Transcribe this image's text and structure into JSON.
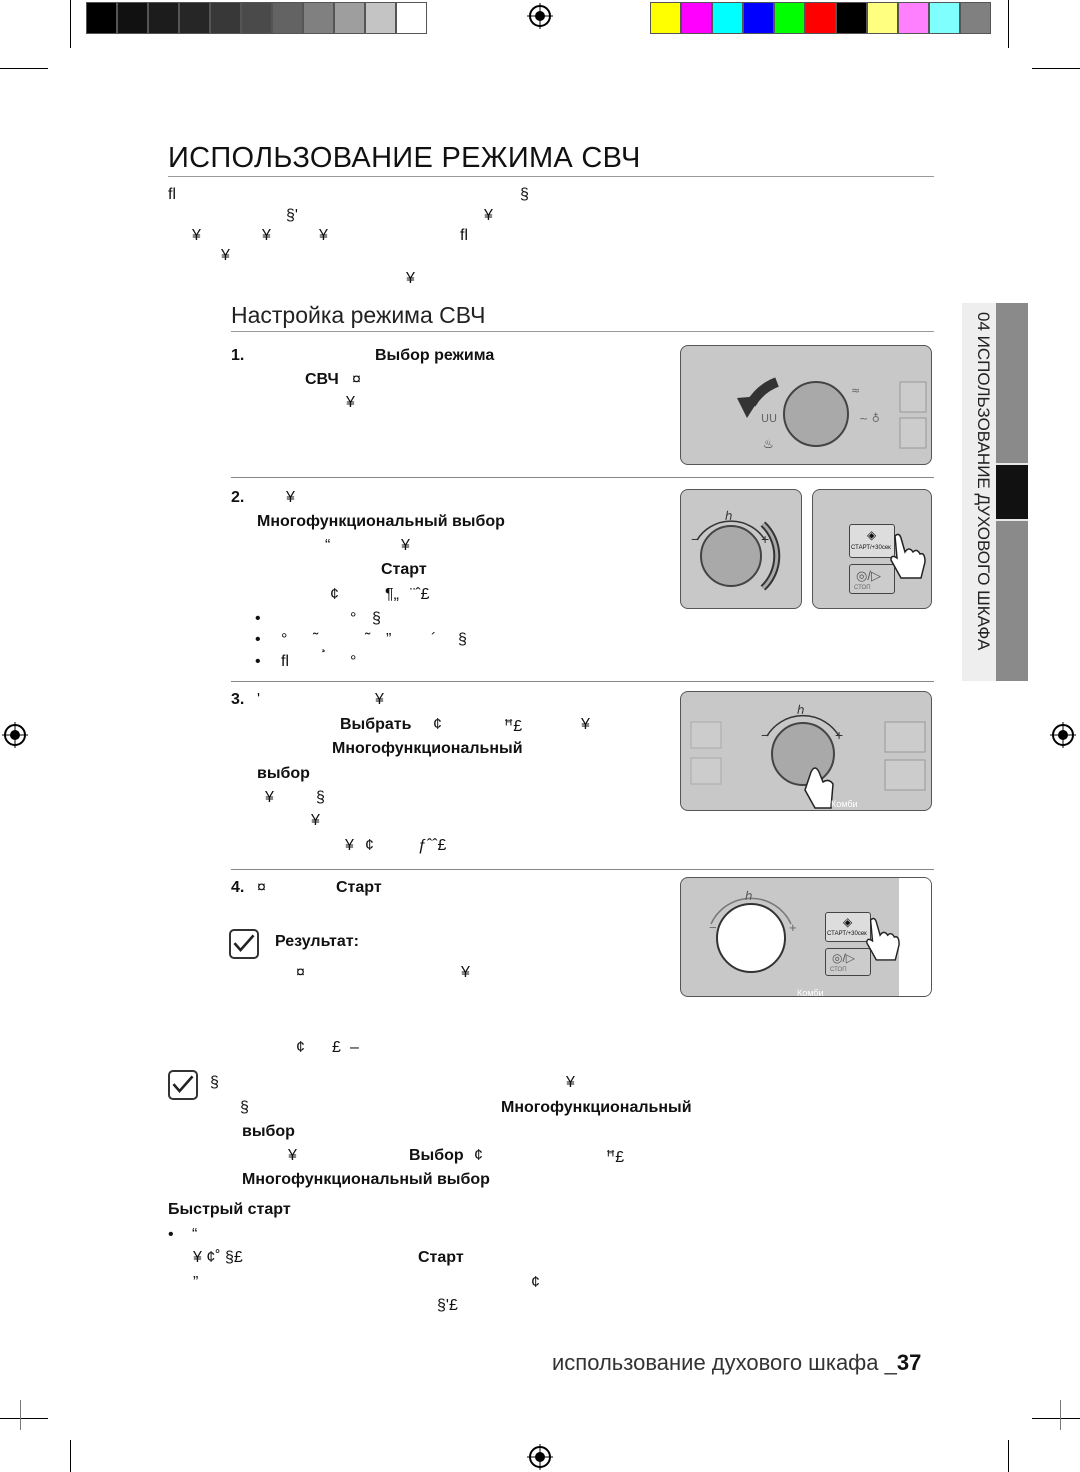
{
  "page": {
    "title": "ИСПОЛЬЗОВАНИЕ РЕЖИМА СВЧ",
    "intro": {
      "line1": [
        "ﬂ",
        "§"
      ],
      "line2": [
        "§'",
        "¥"
      ],
      "line3": [
        "¥",
        "¥",
        "¥",
        "ﬂ"
      ],
      "line4": [
        "¥"
      ],
      "line5": [
        "¥"
      ]
    },
    "subtitle": "Настройка режима СВЧ",
    "side_tab": "04 ИСПОЛЬЗОВАНИЕ ДУХОВОГО ШКАФА",
    "footer": {
      "text": "использование духового шкафа _",
      "page_number": "37"
    }
  },
  "steps": [
    {
      "num": "1.",
      "bold1": "Выбор режима",
      "bold2": "СВЧ",
      "sym1": "¤",
      "sym2": "¥"
    },
    {
      "num": "2.",
      "sym1": "¥",
      "bold1": "Многофункциональный выбор",
      "sym2": "“",
      "sym3": "¥",
      "bold2": "Старт",
      "sym4": "¢",
      "sym5": "¶„",
      "sym6": "¨ˆ£",
      "bullets": [
        [
          "°",
          "§"
        ],
        [
          "°",
          "˜",
          "¸",
          "˜",
          "”",
          "´",
          "§"
        ],
        [
          "ﬂ",
          "°"
        ]
      ]
    },
    {
      "num": "3.",
      "sym1": "'",
      "sym2": "¥",
      "bold1": "Выбрать",
      "sym3": "¢",
      "sym4": "ꟸ£",
      "sym5": "¥",
      "bold2": "Многофункциональный",
      "bold3": "выбор",
      "sym6": "¥",
      "sym7": "§",
      "sym8": "¥",
      "sym9": "¥",
      "sym10": "¢",
      "sym11": "ƒˆˆ£"
    },
    {
      "num": "4.",
      "sym1": "¤",
      "bold1": "Старт",
      "result_label": "Результат:",
      "sym2": "¤",
      "sym3": "¥",
      "sym4": "¢",
      "sym5": "£",
      "sym6": "–"
    }
  ],
  "note": {
    "sym1": "§",
    "sym2": "¥",
    "sym3": "§",
    "bold1": "Многофункциональный",
    "bold2": "выбор",
    "sym4": "¥",
    "bold3": "Выбор",
    "sym5": "¢",
    "sym6": "ꟸ£",
    "bold4": "Многофункциональный выбор"
  },
  "quick_start": {
    "title": "Быстрый старт",
    "bullet_sym": "“",
    "line2_sym": "¥   ¢˚ §£",
    "bold": "Старт",
    "line3_sym1": "”",
    "line3_sym2": "¢",
    "line4_sym": "§'£"
  },
  "panels": {
    "button_start": "СТАРТ/+30сек",
    "button_stop": "СТОП",
    "label_kombi": "Комби"
  },
  "colors": {
    "gray_bars": [
      "#000000",
      "#111111",
      "#1c1c1c",
      "#262626",
      "#383838",
      "#4a4a4a",
      "#636363",
      "#808080",
      "#9e9e9e",
      "#c4c4c4",
      "#ffffff"
    ],
    "color_bars": [
      "#ffff00",
      "#ff00ff",
      "#00ffff",
      "#0000ff",
      "#00ff00",
      "#ff0000",
      "#000000",
      "#ffff80",
      "#ff80ff",
      "#80ffff",
      "#808080"
    ],
    "panel_bg": "#c8c8c8",
    "knob": "#a9a9a9"
  },
  "icons": [
    "registration-mark-icon",
    "arrow-rotate-icon",
    "hand-pointer-icon",
    "note-check-icon",
    "knob-icon"
  ]
}
